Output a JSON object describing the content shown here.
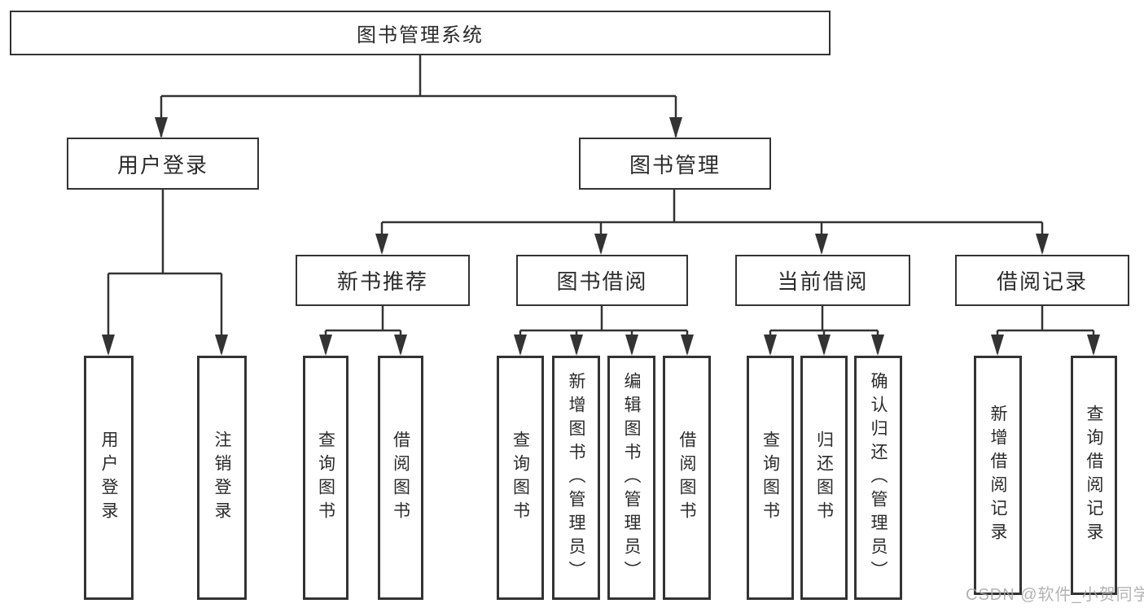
{
  "diagram": {
    "root": {
      "label": "图书管理系统"
    },
    "level2": [
      {
        "label": "用户登录",
        "parent": "图书管理系统"
      },
      {
        "label": "图书管理",
        "parent": "图书管理系统"
      }
    ],
    "level3": [
      {
        "label": "新书推荐",
        "parent": "图书管理"
      },
      {
        "label": "图书借阅",
        "parent": "图书管理"
      },
      {
        "label": "当前借阅",
        "parent": "图书管理"
      },
      {
        "label": "借阅记录",
        "parent": "图书管理"
      }
    ],
    "leaves": [
      {
        "label": "用户登录",
        "parent": "用户登录"
      },
      {
        "label": "注销登录",
        "parent": "用户登录"
      },
      {
        "label": "查询图书",
        "parent": "新书推荐"
      },
      {
        "label": "借阅图书",
        "parent": "新书推荐"
      },
      {
        "label": "查询图书",
        "parent": "图书借阅"
      },
      {
        "label": "新增图书（管理员）",
        "parent": "图书借阅"
      },
      {
        "label": "编辑图书（管理员）",
        "parent": "图书借阅"
      },
      {
        "label": "借阅图书",
        "parent": "图书借阅"
      },
      {
        "label": "查询图书",
        "parent": "当前借阅"
      },
      {
        "label": "归还图书",
        "parent": "当前借阅"
      },
      {
        "label": "确认归还（管理员）",
        "parent": "当前借阅"
      },
      {
        "label": "新增借阅记录",
        "parent": "借阅记录"
      },
      {
        "label": "查询借阅记录",
        "parent": "借阅记录"
      }
    ],
    "watermark": "CSDN @软件_小贺同学",
    "colors": {
      "line": "#333333",
      "box_border": "#333333",
      "text": "#2b2b2b",
      "watermark": "#a6a6a6",
      "background": "#ffffff"
    }
  }
}
